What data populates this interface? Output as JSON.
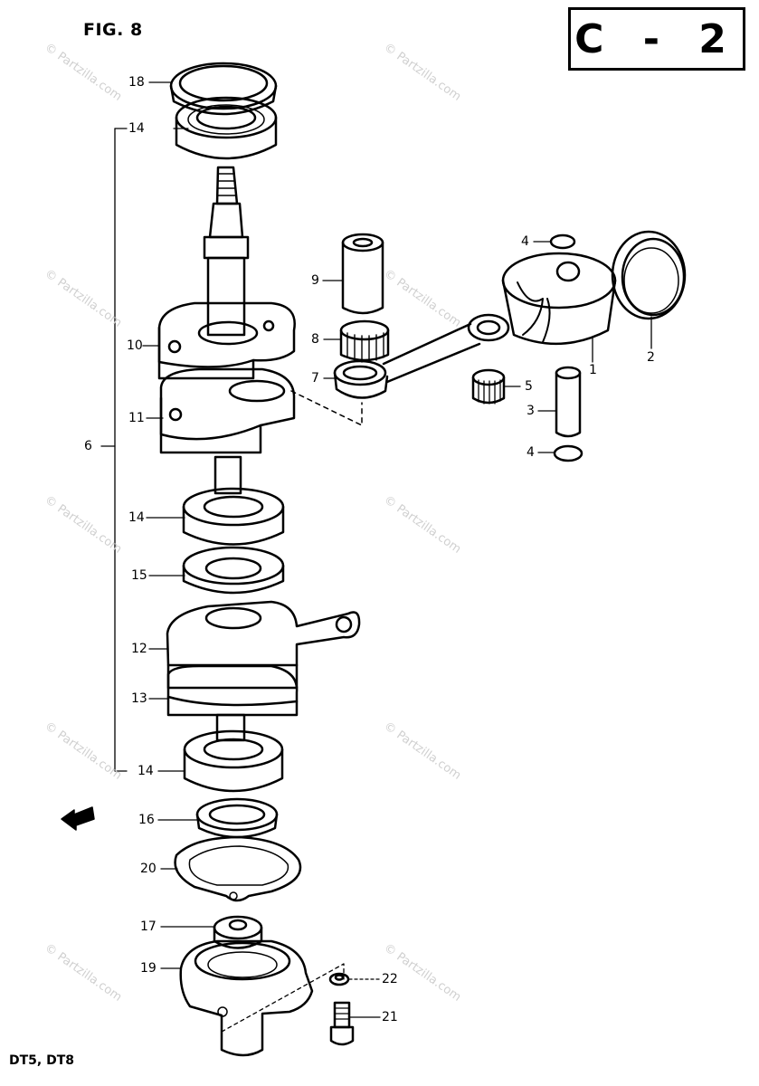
{
  "figure": {
    "title": "FIG. 8",
    "section": "C - 2",
    "models": "DT5, DT8"
  },
  "callouts": [
    "18",
    "14",
    "10",
    "11",
    "6",
    "14",
    "15",
    "12",
    "13",
    "14",
    "16",
    "20",
    "17",
    "19",
    "9",
    "8",
    "7",
    "4",
    "1",
    "2",
    "5",
    "3",
    "4",
    "22",
    "21"
  ],
  "watermark": "© Partzilla.com",
  "colors": {
    "ink": "#000000",
    "watermark": "#d0d0d0"
  }
}
